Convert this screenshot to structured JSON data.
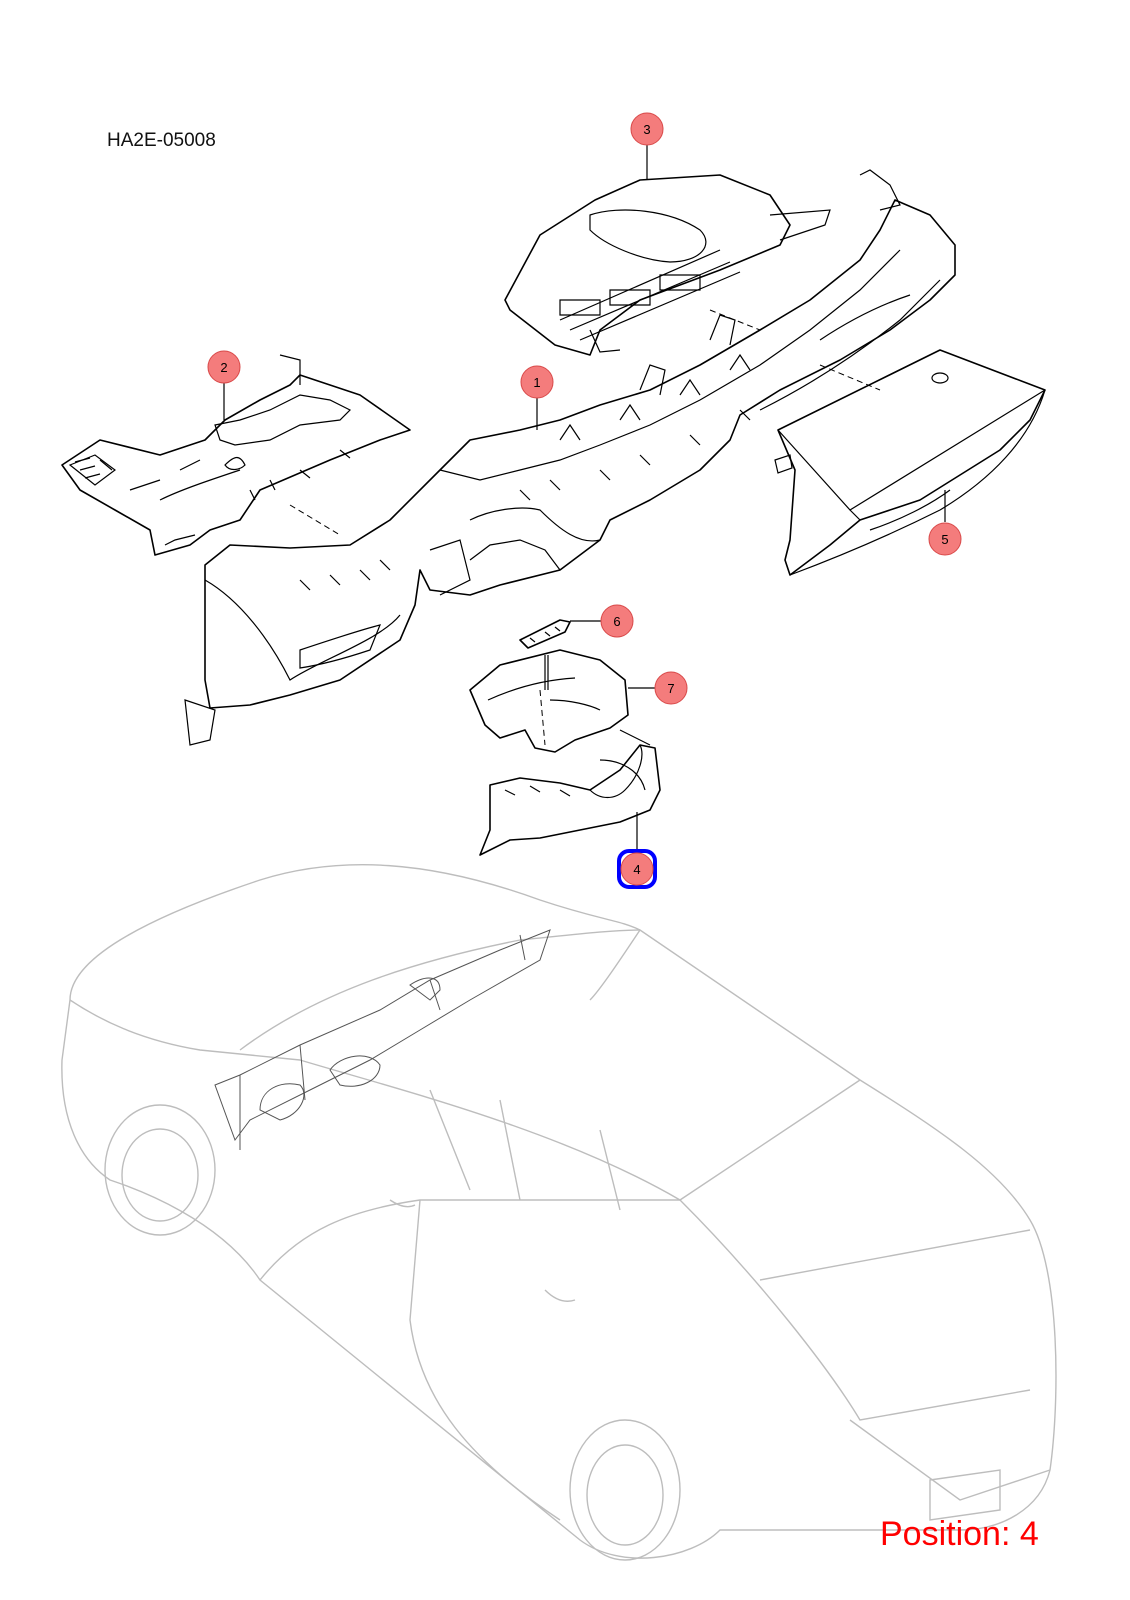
{
  "diagram_code": "HA2E-05008",
  "position_label": "Position: 4",
  "colors": {
    "callout_fill": "#f47c7c",
    "callout_stroke": "#d94a4a",
    "selected_outline": "#0000ff",
    "position_text": "#ff0000",
    "car_outline": "#bdbdbd"
  },
  "callouts": [
    {
      "number": "1",
      "selected": false
    },
    {
      "number": "2",
      "selected": false
    },
    {
      "number": "3",
      "selected": false
    },
    {
      "number": "4",
      "selected": true
    },
    {
      "number": "5",
      "selected": false
    },
    {
      "number": "6",
      "selected": false
    },
    {
      "number": "7",
      "selected": false
    }
  ]
}
